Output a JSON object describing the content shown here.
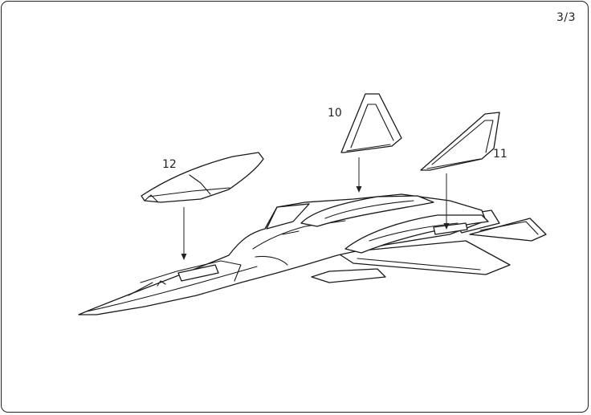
{
  "page_number": "3/3",
  "parts": [
    {
      "id": "part-10",
      "label": "10"
    },
    {
      "id": "part-11",
      "label": "11"
    },
    {
      "id": "part-12",
      "label": "12"
    }
  ]
}
